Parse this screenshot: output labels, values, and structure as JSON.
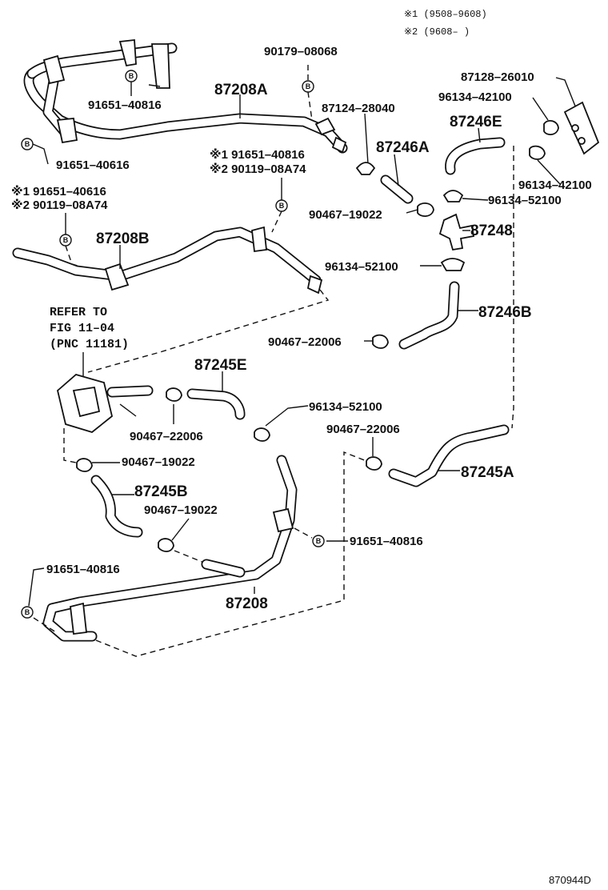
{
  "legend": {
    "note1": "※1 (9508–9608)",
    "note2": "※2 (9608–      )"
  },
  "labels": {
    "p90179_08068": "90179–08068",
    "p87208A": "87208A",
    "p91651_40816_top": "91651–40816",
    "p91651_40616_top": "91651–40616",
    "p87124_28040": "87124–28040",
    "p87128_26010": "87128–26010",
    "p96134_42100_a": "96134–42100",
    "p87246E": "87246E",
    "p96134_42100_b": "96134–42100",
    "p96134_52100_a": "96134–52100",
    "p87246A": "87246A",
    "p90467_19022_a": "90467–19022",
    "p87248": "87248",
    "p96134_52100_b": "96134–52100",
    "p87246B": "87246B",
    "p90467_22006_a": "90467–22006",
    "alt1_mid_a": "※1 91651–40816",
    "alt2_mid_a": "※2 90119–08A74",
    "alt1_left": "※1 91651–40616",
    "alt2_left": "※2 90119–08A74",
    "p87208B": "87208B",
    "refer_line1": "REFER TO",
    "refer_line2": "FIG 11–04",
    "refer_line3": "(PNC 11181)",
    "p87245E": "87245E",
    "p90467_22006_b": "90467–22006",
    "p96134_52100_c": "96134–52100",
    "p90467_22006_c": "90467–22006",
    "p90467_19022_b": "90467–19022",
    "p87245A": "87245A",
    "p87245B": "87245B",
    "p90467_19022_c": "90467–19022",
    "p91651_40816_mid": "91651–40816",
    "p91651_40816_low": "91651–40816",
    "p87208": "87208",
    "figure_code": "870944D",
    "bolt_mark": "B"
  }
}
